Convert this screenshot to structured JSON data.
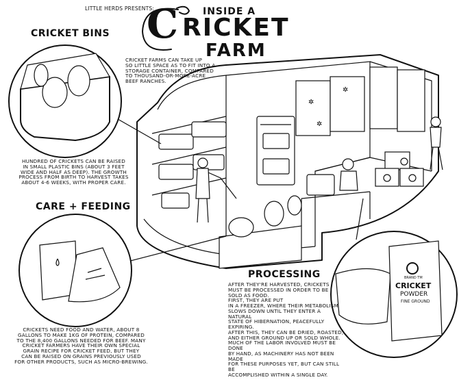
{
  "presenter": "LITTLE HERDS PRESENTS:",
  "title": {
    "line1": "INSIDE A",
    "big_c": "C",
    "rest": "RICKET",
    "line3": "FARM"
  },
  "intro_text": [
    "CRICKET FARMS CAN TAKE UP",
    "SO LITTLE SPACE AS TO FIT INTO A",
    "STORAGE CONTAINER, COMPARED",
    "TO THOUSAND-OR-MORE-ACRE",
    "BEEF RANCHES."
  ],
  "sections": {
    "bins": {
      "heading": "CRICKET BINS",
      "text": [
        "HUNDRED OF CRICKETS CAN BE RAISED",
        "IN SMALL PLASTIC BINS (ABOUT 3 FEET",
        "WIDE AND HALF AS DEEP). THE GROWTH",
        "PROCESS FROM BIRTH TO HARVEST TAKES",
        "ABOUT 4-6 WEEKS, WITH PROPER CARE."
      ]
    },
    "care": {
      "heading": "CARE + FEEDING",
      "text": [
        "CRICKETS NEED FOOD AND WATER, ABOUT 8",
        "GALLONS TO MAKE 1KG OF PROTEIN, COMPARED",
        "TO THE 8,400 GALLONS NEEDED FOR BEEF. MANY",
        "CRICKET FARMERS HAVE THEIR OWN SPECIAL",
        "GRAIN RECIPE FOR CRICKET FEED, BUT THEY",
        "CAN BE RAISED ON GRAINS PREVIOUSLY USED",
        "FOR OTHER PRODUCTS, SUCH AS MICRO-BREWING."
      ]
    },
    "processing": {
      "heading": "PROCESSING",
      "text": [
        "AFTER THEY'RE HARVESTED, CRICKETS",
        "MUST BE PROCESSED IN ORDER TO BE",
        "SOLD AS FOOD.",
        "FIRST, THEY ARE PUT",
        "IN A FREEZER, WHERE THEIR METABOLISM",
        "SLOWS DOWN UNTIL THEY ENTER A NATURAL",
        "STATE OF HIBERNATION, PEACEFULLY EXPIRING.",
        "AFTER THIS, THEY CAN BE DRIED, ROASTED,",
        "AND EITHER GROUND UP OR SOLD WHOLE.",
        "MUCH OF THE LABOR INVOLVED MUST BE DONE",
        "BY HAND, AS MACHINERY HAS NOT BEEN MADE",
        "FOR THESE PURPOSES YET, BUT CAN STILL BE",
        "ACCOMPLISHED WITHIN A SINGLE DAY."
      ]
    }
  },
  "package": {
    "brand": "BRAND TM",
    "line1": "CRICKET",
    "line2": "POWDER",
    "line3": "FINE GROUND"
  }
}
